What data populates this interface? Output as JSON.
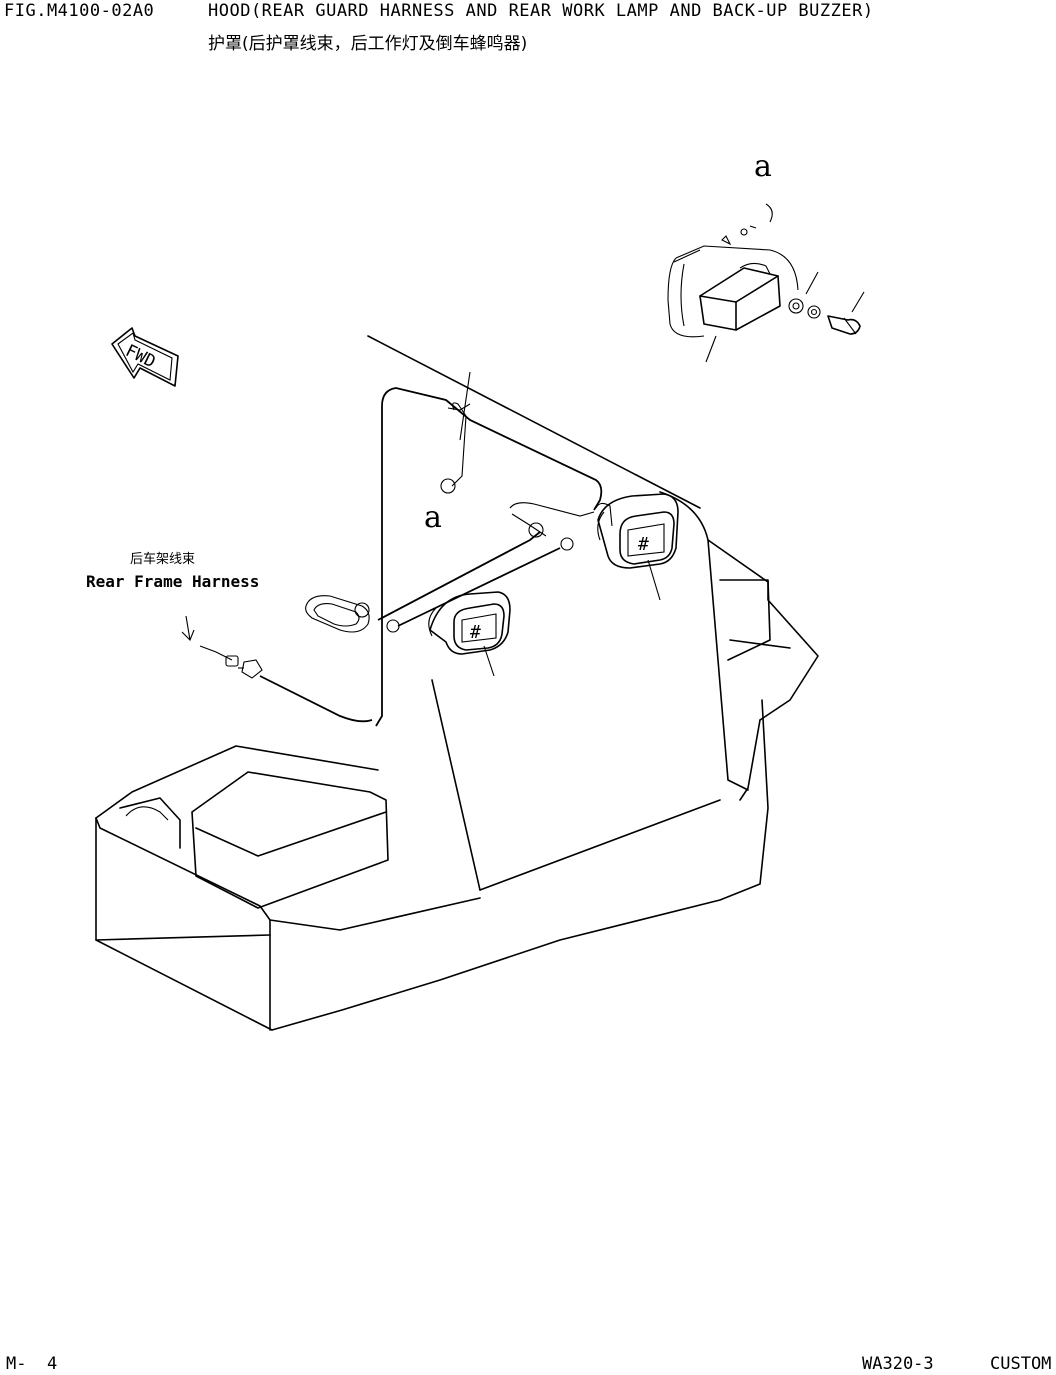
{
  "header": {
    "fig_number": "FIG.M4100-02A0",
    "title_en": "HOOD(REAR GUARD HARNESS AND REAR WORK LAMP AND BACK-UP BUZZER)",
    "title_cn": "护罩(后护罩线束，后工作灯及倒车蜂鸣器)"
  },
  "diagram": {
    "direction_arrow": "FWD",
    "callouts": {
      "detail_a_top": "a",
      "detail_a_mid": "a"
    },
    "harness_label_cn": "后车架线束",
    "harness_label_en": "Rear Frame Harness",
    "lamp_symbol": "#"
  },
  "footer": {
    "page": "M-  4",
    "model": "WA320-3",
    "variant": "CUSTOM"
  }
}
